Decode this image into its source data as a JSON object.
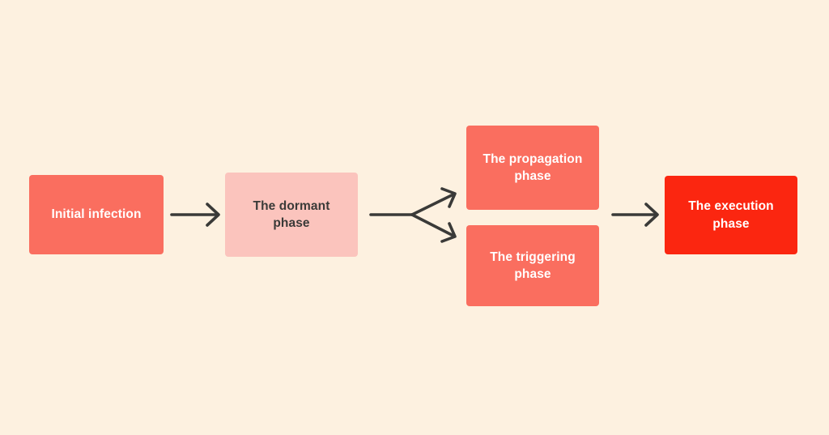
{
  "diagram": {
    "type": "flowchart",
    "orientation": "left-to-right",
    "title": "",
    "background_color": "#FDF1E0",
    "arrow_color": "#3A3A38",
    "nodes": [
      {
        "id": "initial-infection",
        "label": "Initial infection",
        "fill": "#FA6E5F",
        "text_color": "#FFFFFF",
        "lines": 1
      },
      {
        "id": "dormant-phase",
        "label": "The dormant\nphase",
        "fill": "#FBC4BD",
        "text_color": "#3A3A38",
        "lines": 2
      },
      {
        "id": "propagation-phase",
        "label": "The propagation\nphase",
        "fill": "#FA6E5F",
        "text_color": "#FFFFFF",
        "lines": 2
      },
      {
        "id": "triggering-phase",
        "label": "The triggering\nphase",
        "fill": "#FA6E5F",
        "text_color": "#FFFFFF",
        "lines": 2
      },
      {
        "id": "execution-phase",
        "label": "The execution\nphase",
        "fill": "#FB2610",
        "text_color": "#FFFFFF",
        "lines": 2
      }
    ],
    "edges": [
      {
        "id": "edge-initial-to-dormant",
        "from": "initial-infection",
        "to": "dormant-phase",
        "style": "straight-arrow",
        "label": ""
      },
      {
        "id": "edge-dormant-to-propagation",
        "from": "dormant-phase",
        "to": "propagation-phase",
        "style": "branch-arrow-up",
        "label": ""
      },
      {
        "id": "edge-dormant-to-triggering",
        "from": "dormant-phase",
        "to": "triggering-phase",
        "style": "branch-arrow-down",
        "label": ""
      },
      {
        "id": "edge-branches-to-execution",
        "from": "propagation-phase,triggering-phase",
        "to": "execution-phase",
        "style": "straight-arrow",
        "label": ""
      }
    ]
  }
}
